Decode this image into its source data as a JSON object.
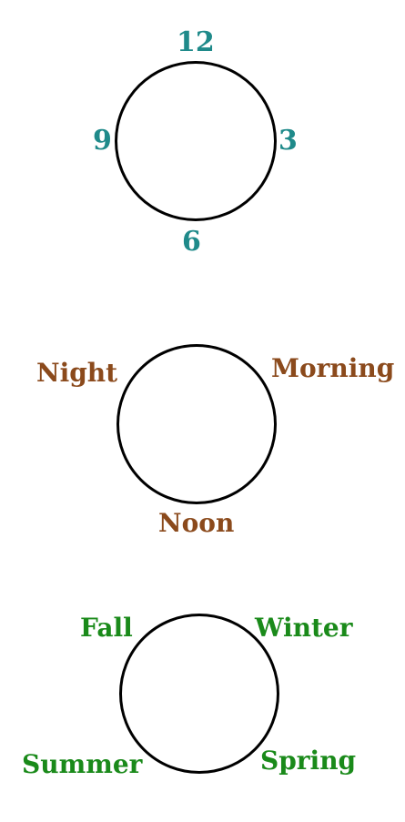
{
  "colors": {
    "clock_labels": "#1f8a8a",
    "day_labels": "#8b4a1c",
    "season_labels": "#1a8a1a",
    "circle_stroke": "#000000"
  },
  "clock": {
    "top": "12",
    "right": "3",
    "bottom": "6",
    "left": "9"
  },
  "day": {
    "top_left": "Night",
    "top_right": "Morning",
    "bottom": "Noon"
  },
  "seasons": {
    "top_left": "Fall",
    "top_right": "Winter",
    "bottom_left": "Summer",
    "bottom_right": "Spring"
  }
}
